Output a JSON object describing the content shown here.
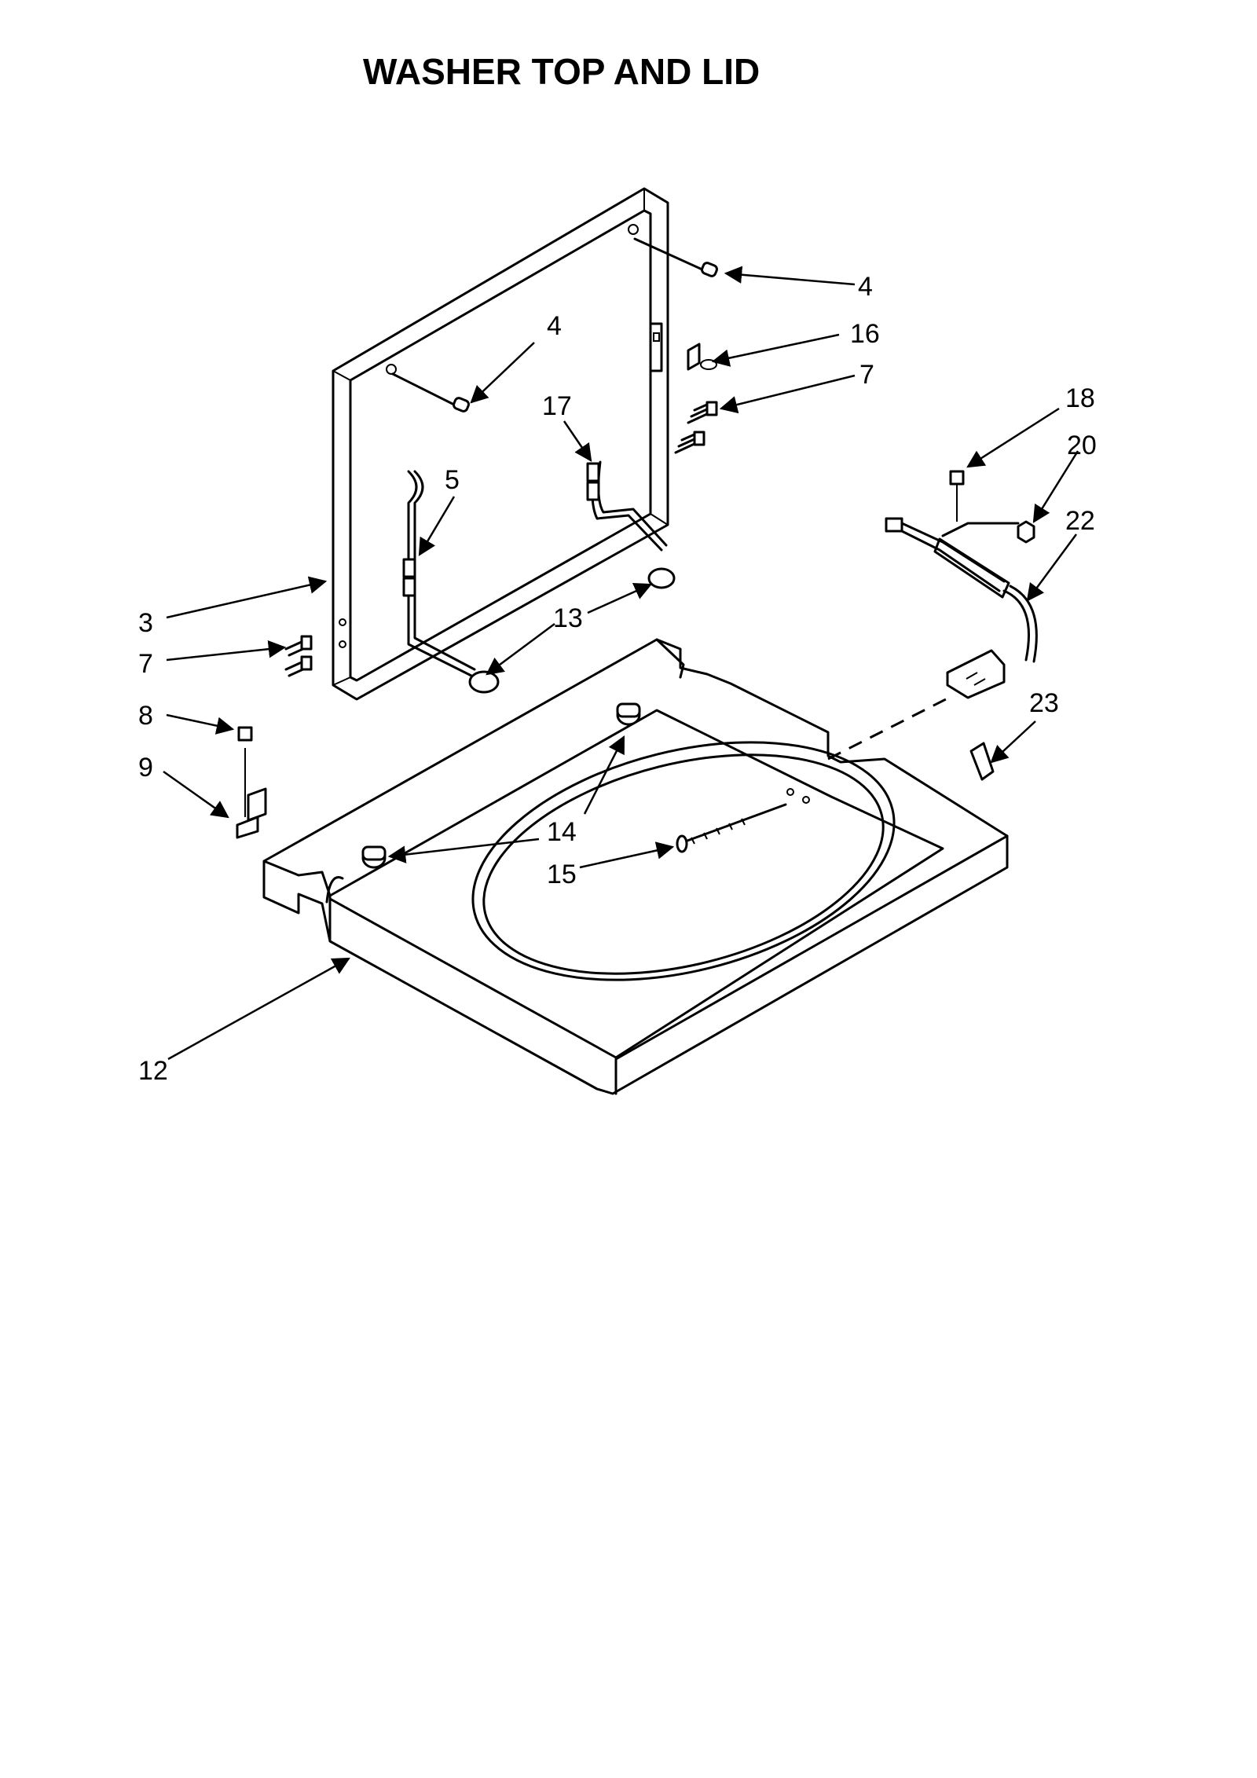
{
  "title": "WASHER TOP AND LID",
  "callouts": [
    {
      "id": "c4a",
      "text": "4"
    },
    {
      "id": "c4b",
      "text": "4"
    },
    {
      "id": "c16",
      "text": "16"
    },
    {
      "id": "c7a",
      "text": "7"
    },
    {
      "id": "c17",
      "text": "17"
    },
    {
      "id": "c18",
      "text": "18"
    },
    {
      "id": "c20",
      "text": "20"
    },
    {
      "id": "c22",
      "text": "22"
    },
    {
      "id": "c5",
      "text": "5"
    },
    {
      "id": "c3",
      "text": "3"
    },
    {
      "id": "c13",
      "text": "13"
    },
    {
      "id": "c7b",
      "text": "7"
    },
    {
      "id": "c8",
      "text": "8"
    },
    {
      "id": "c9",
      "text": "9"
    },
    {
      "id": "c23",
      "text": "23"
    },
    {
      "id": "c14",
      "text": "14"
    },
    {
      "id": "c15",
      "text": "15"
    },
    {
      "id": "c12",
      "text": "12"
    }
  ]
}
